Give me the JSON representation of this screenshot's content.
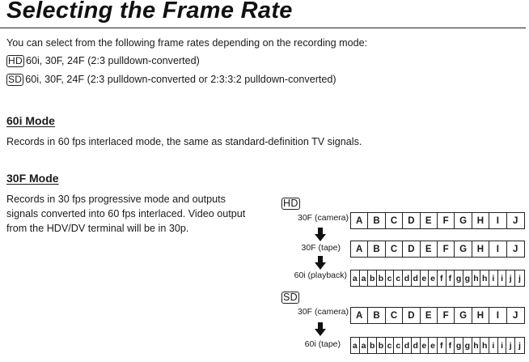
{
  "title": "Selecting the Frame Rate",
  "intro": "You can select from the following frame rates depending on the recording mode:",
  "modes_list": [
    {
      "badge": "HD",
      "text": "60i, 30F, 24F (2:3 pulldown-converted)"
    },
    {
      "badge": "SD",
      "text": "60i, 30F, 24F (2:3 pulldown-converted or 2:3:3:2 pulldown-converted)"
    }
  ],
  "section_60i": {
    "heading": "60i Mode",
    "body": "Records in 60 fps interlaced mode, the same as standard-definition TV signals."
  },
  "section_30f": {
    "heading": "30F Mode",
    "body_lines": [
      "Records in 30 fps progressive mode and outputs",
      "signals converted into 60 fps interlaced. Video output",
      "from the HDV/DV terminal will be in 30p."
    ]
  },
  "diagram": {
    "hd": {
      "badge": "HD",
      "row1_label": "30F (camera)",
      "row2_label": "30F (tape)",
      "row3_label": "60i (playback)",
      "frames_upper": [
        "A",
        "B",
        "C",
        "D",
        "E",
        "F",
        "G",
        "H",
        "I",
        "J"
      ],
      "frames_lower": [
        "a",
        "a",
        "b",
        "b",
        "c",
        "c",
        "d",
        "d",
        "e",
        "e",
        "f",
        "f",
        "g",
        "g",
        "h",
        "h",
        "i",
        "i",
        "j",
        "j"
      ]
    },
    "sd": {
      "badge": "SD",
      "row1_label": "30F (camera)",
      "row2_label": "60i (tape)",
      "frames_upper": [
        "A",
        "B",
        "C",
        "D",
        "E",
        "F",
        "G",
        "H",
        "I",
        "J"
      ],
      "frames_lower": [
        "a",
        "a",
        "b",
        "b",
        "c",
        "c",
        "d",
        "d",
        "e",
        "e",
        "f",
        "f",
        "g",
        "g",
        "h",
        "h",
        "i",
        "i",
        "j",
        "j"
      ]
    },
    "icons": {
      "arrow": "down-arrow-icon"
    }
  }
}
